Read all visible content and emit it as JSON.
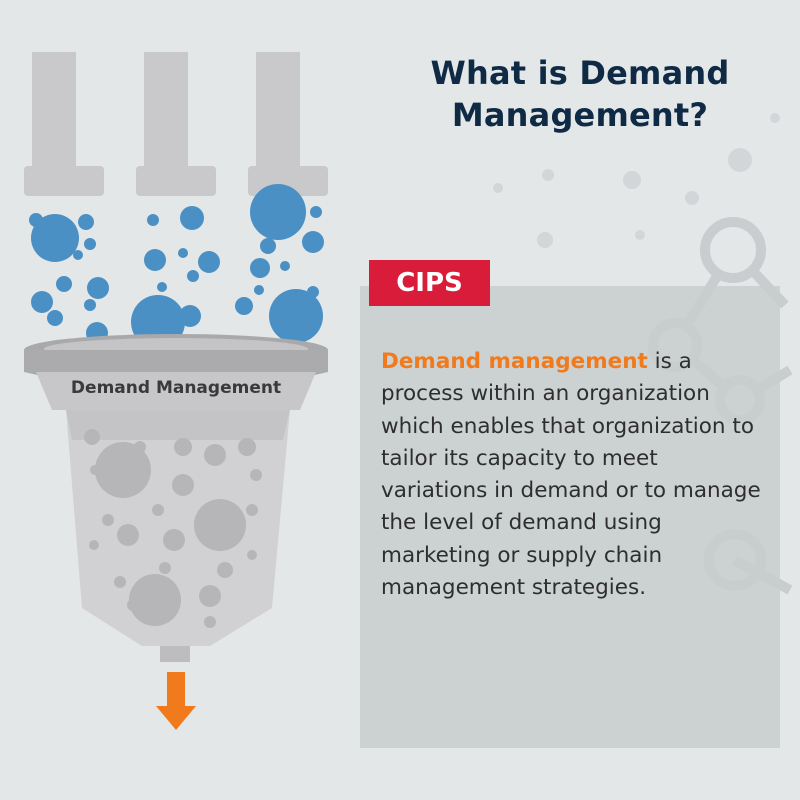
{
  "title_lines": [
    "What is Demand",
    "Management?"
  ],
  "badge": "CIPS",
  "description": {
    "highlight": "Demand management",
    "rest": " is a process within an organization which enables that organization to tailor its capacity to meet variations in demand or to manage the level of demand using marketing or supply chain management strategies."
  },
  "funnel_label": "Demand Management",
  "colors": {
    "title": "#0f2a45",
    "badge": "#d91c3a",
    "highlight": "#f07a1c",
    "bubble": "#4a90c4",
    "arrow": "#f07a1c"
  },
  "icons": [
    "pipe-icon",
    "bubble-icon",
    "funnel-icon",
    "down-arrow-icon",
    "molecule-network-icon"
  ]
}
